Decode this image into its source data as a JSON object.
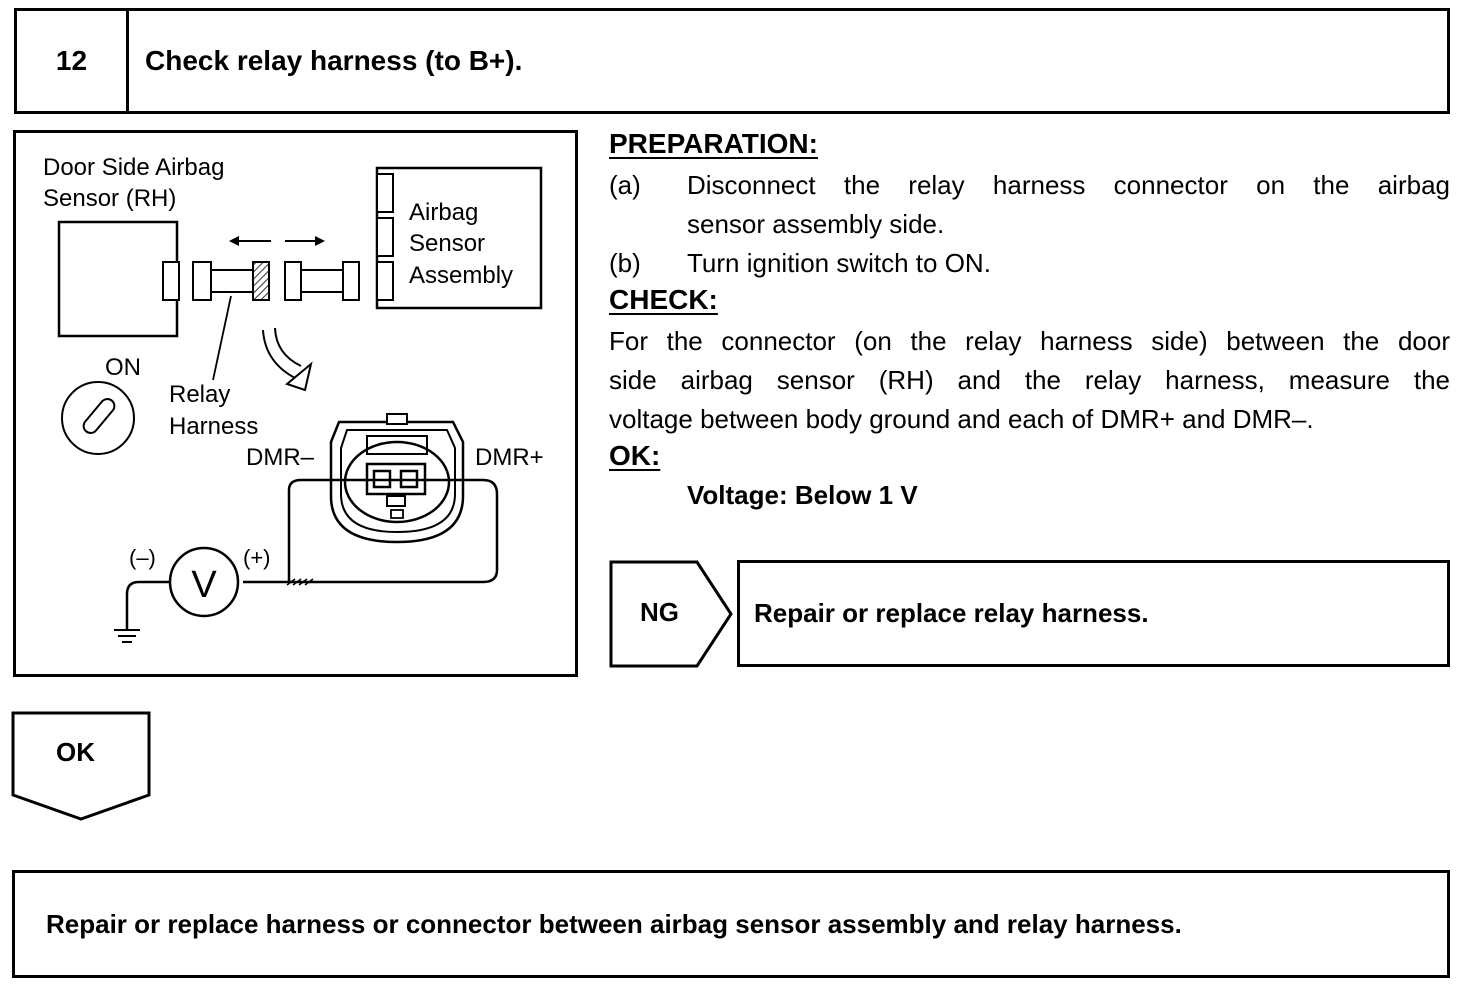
{
  "step": {
    "number": "12",
    "title": "Check relay harness (to B+)."
  },
  "diagram": {
    "door_sensor_label_1": "Door Side Airbag",
    "door_sensor_label_2": "Sensor (RH)",
    "airbag_assembly_label_1": "Airbag",
    "airbag_assembly_label_2": "Sensor",
    "airbag_assembly_label_3": "Assembly",
    "ignition_label": "ON",
    "relay_label_1": "Relay",
    "relay_label_2": "Harness",
    "dmr_minus": "DMR–",
    "dmr_plus": "DMR+",
    "meter_minus": "(–)",
    "meter_plus": "(+)",
    "meter_symbol": "V"
  },
  "preparation": {
    "heading": "PREPARATION:",
    "steps": [
      {
        "mark": "(a)",
        "line1": "Disconnect the relay harness connector on the airbag",
        "line2": "sensor assembly side."
      },
      {
        "mark": "(b)",
        "line1": "Turn ignition switch to ON."
      }
    ]
  },
  "check": {
    "heading": "CHECK:",
    "line1": "For the connector (on the relay harness side) between the door",
    "line2": "side airbag sensor (RH) and the relay harness, measure the",
    "line3": "voltage between body ground and each of DMR+ and DMR–."
  },
  "ok_spec": {
    "heading": "OK:",
    "value": "Voltage: Below 1 V"
  },
  "ng_result": {
    "tag": "NG",
    "action": "Repair or replace relay harness."
  },
  "ok_result": {
    "tag": "OK",
    "action": "Repair or replace harness or connector between airbag sensor assembly and relay harness."
  }
}
